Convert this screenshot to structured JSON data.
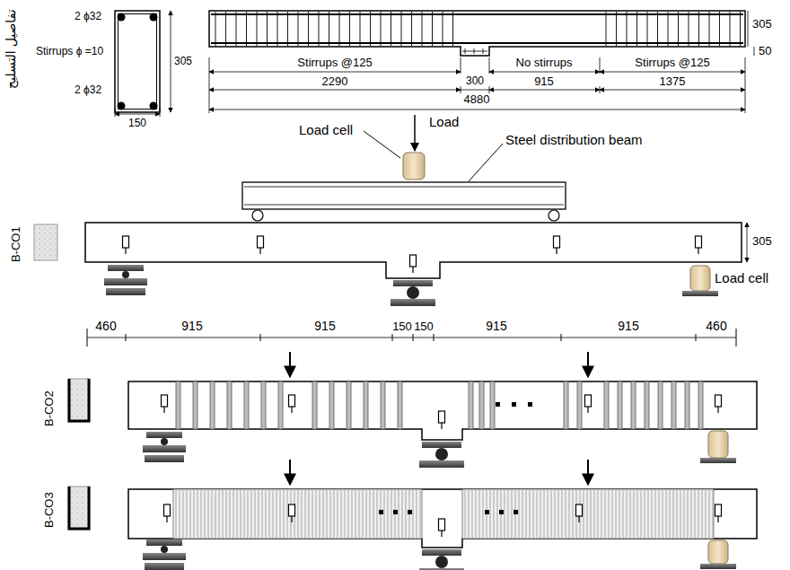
{
  "diagram": {
    "labels": [
      "تفاصيل التسليح",
      "2 ϕ32",
      "Stirrups ϕ =10",
      "2 ϕ32",
      "305",
      "150",
      "Stirrups @125",
      "No stirrups",
      "Stirrups @125",
      "305",
      "50",
      "2290",
      "300",
      "915",
      "1375",
      "4880",
      "Load cell",
      "Load",
      "Steel distribution beam",
      "B-CO1",
      "305",
      "Load cell",
      "460",
      "915",
      "915",
      "150",
      "150",
      "915",
      "915",
      "460",
      "B-CO2",
      "B-CO3"
    ]
  }
}
